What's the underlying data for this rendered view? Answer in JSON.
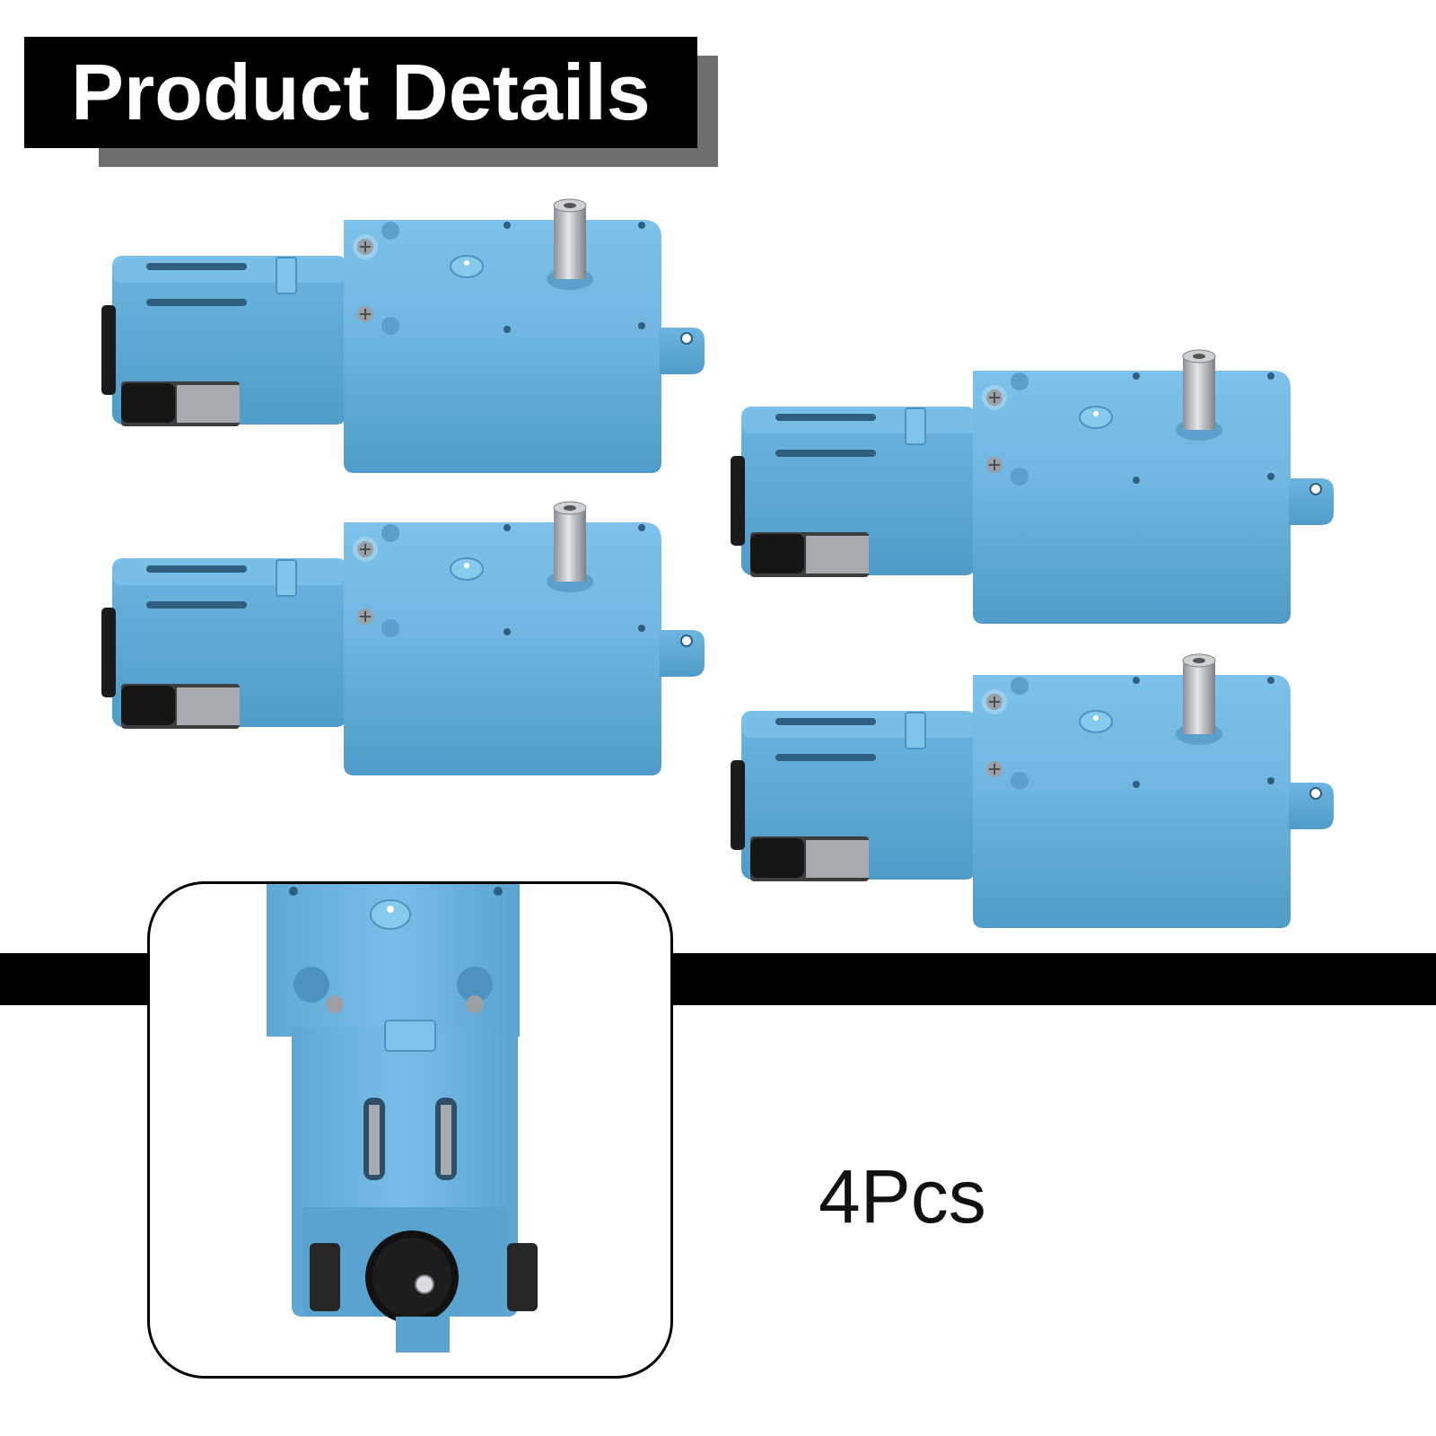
{
  "header": {
    "title": "Product Details"
  },
  "product": {
    "quantity_label": "4Pcs",
    "body_color": "#6bb6e0",
    "shaft_color": "#b9bcc0",
    "count_shown": 4
  },
  "colors": {
    "title_bg": "#000000",
    "title_shadow": "#6e6e6e",
    "title_text": "#ffffff",
    "band": "#000000"
  }
}
